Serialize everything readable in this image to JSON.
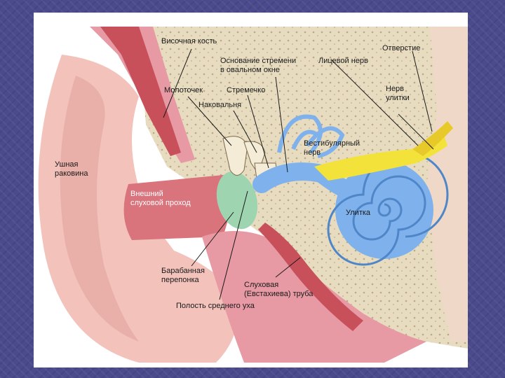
{
  "labels": {
    "temporal_bone": "Височная кость",
    "stapes_base_line1": "Основание стремени",
    "stapes_base_line2": "в овальном окне",
    "facial_nerve": "Лицевой нерв",
    "opening": "Отверстие",
    "malleus": "Молоточек",
    "stapes": "Стремечко",
    "incus": "Наковальня",
    "cochlear_nerve_line1": "Нерв",
    "cochlear_nerve_line2": "улитки",
    "vestibular_nerve_line1": "Вестибулярный",
    "vestibular_nerve_line2": "нерв",
    "auricle_line1": "Ушная",
    "auricle_line2": "раковина",
    "ear_canal_line1": "Внешний",
    "ear_canal_line2": "слуховой проход",
    "cochlea": "Улитка",
    "eardrum_line1": "Барабанная",
    "eardrum_line2": "перепонка",
    "eustachian_line1": "Слуховая",
    "eustachian_line2": "(Евстахиева) труба",
    "middle_ear": "Полость среднего уха"
  },
  "colors": {
    "background": "#4a4a8c",
    "bone": "#e8dcc0",
    "skin": "#f2c2bb",
    "canal": "#d9737c",
    "cochlea": "#7fb2ec",
    "nerve": "#f2e23a",
    "eardrum": "#9fd4b0",
    "tissue": "#e79aa4"
  }
}
